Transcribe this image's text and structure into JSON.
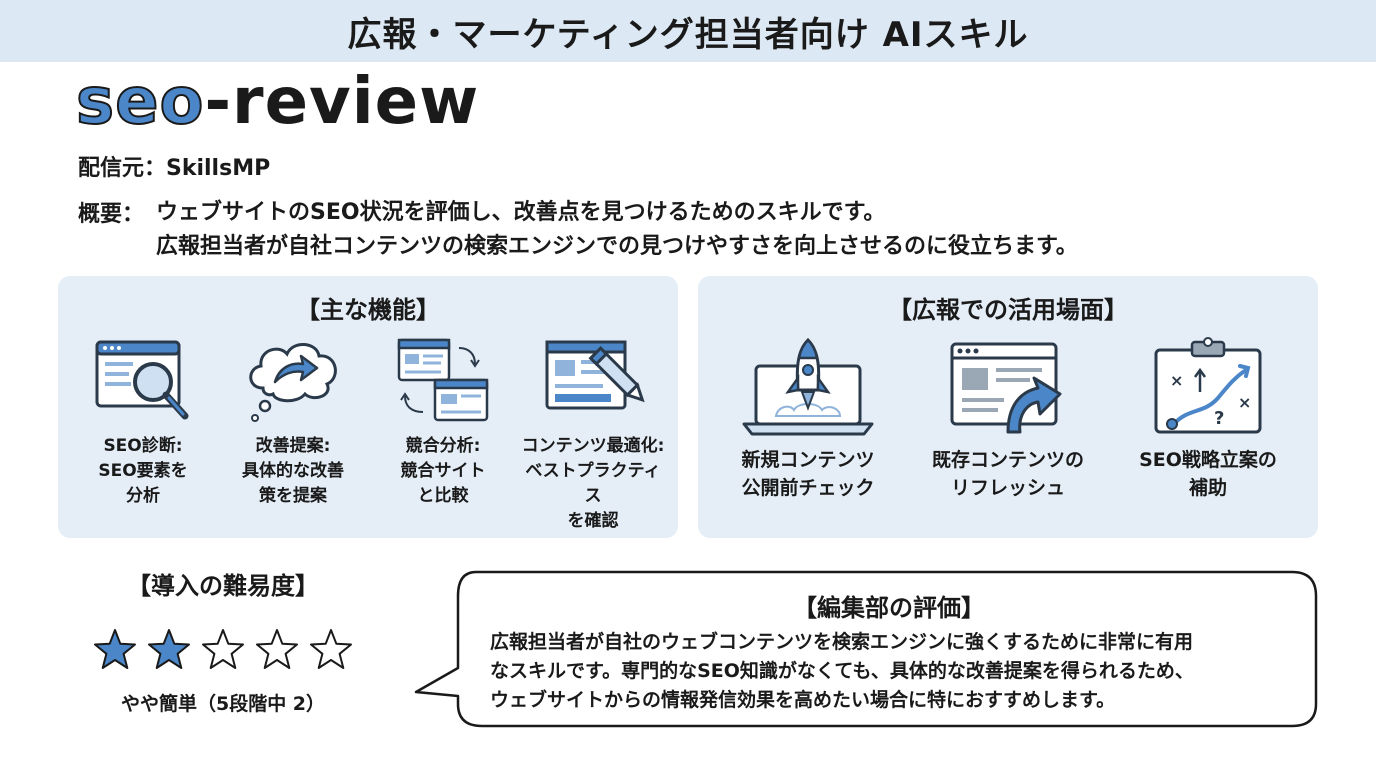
{
  "header": {
    "title": "広報・マーケティング担当者向け AIスキル"
  },
  "skill": {
    "name_part1": "seo",
    "name_part2": "-review"
  },
  "meta": {
    "source": "配信元：SkillsMP",
    "summary_label": "概要：",
    "summary_line1": "ウェブサイトのSEO状況を評価し、改善点を見つけるためのスキルです。",
    "summary_line2": "広報担当者が自社コンテンツの検索エンジンでの見つけやすさを向上させるのに役立ちます。"
  },
  "features": {
    "title": "【主な機能】",
    "items": [
      {
        "caption": "SEO診断:\nSEO要素を\n分析",
        "icon": "magnifier-browser-icon"
      },
      {
        "caption": "改善提案:\n具体的な改善\n策を提案",
        "icon": "thought-cloud-arrow-icon"
      },
      {
        "caption": "競合分析:\n競合サイト\nと比較",
        "icon": "compare-windows-icon"
      },
      {
        "caption": "コンテンツ最適化:\nベストプラクティス\nを確認",
        "icon": "document-pencil-icon"
      }
    ]
  },
  "usecases": {
    "title": "【広報での活用場面】",
    "items": [
      {
        "caption": "新規コンテンツ\n公開前チェック",
        "icon": "laptop-rocket-icon"
      },
      {
        "caption": "既存コンテンツの\nリフレッシュ",
        "icon": "browser-arrow-icon"
      },
      {
        "caption": "SEO戦略立案の\n補助",
        "icon": "strategy-clipboard-icon"
      }
    ]
  },
  "difficulty": {
    "title": "【導入の難易度】",
    "rating": 2,
    "max": 5,
    "text": "やや簡単（5段階中 2）"
  },
  "review": {
    "title": "【編集部の評価】",
    "line1": "広報担当者が自社のウェブコンテンツを検索エンジンに強くするために非常に有用",
    "line2": "なスキルです。専門的なSEO知識がなくても、具体的な改善提案を得られるため、",
    "line3": "ウェブサイトからの情報発信効果を高めたい場合に特におすすめします。"
  },
  "colors": {
    "accent": "#4a86c8",
    "panel": "#e5eef7",
    "header": "#dce8f3"
  }
}
